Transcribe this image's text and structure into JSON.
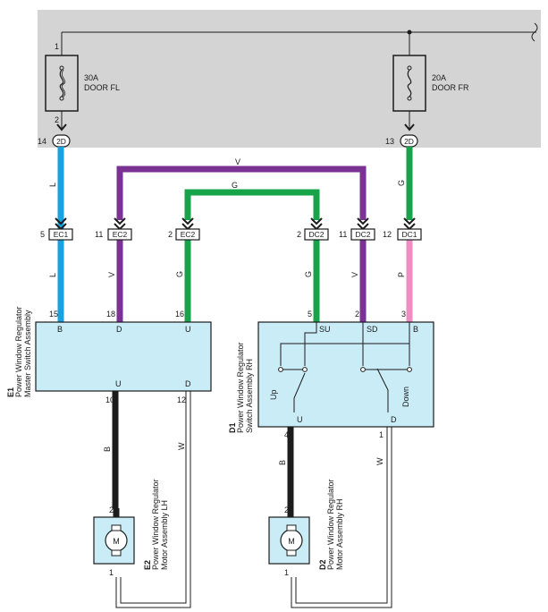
{
  "fuses": {
    "fl": {
      "rating": "30A",
      "name": "DOOR FL"
    },
    "fr": {
      "rating": "20A",
      "name": "DOOR FR"
    }
  },
  "pins": {
    "fuse_fl_in": "1",
    "fuse_fl_out": "2",
    "junction_fl": "14",
    "junction_fr": "13",
    "ec1": "5",
    "ec2_v": "11",
    "ec2_g": "2",
    "dc2_g": "2",
    "dc2_v": "11",
    "dc1": "12",
    "master_b": "15",
    "master_d": "18",
    "master_u": "16",
    "master_out_u": "10",
    "master_out_d": "12",
    "rh_su": "5",
    "rh_sd": "2",
    "rh_b": "3",
    "rh_out_u": "4",
    "rh_out_d": "1",
    "motor_lh_top": "2",
    "motor_lh_bottom": "1",
    "motor_rh_top": "2",
    "motor_rh_bottom": "1"
  },
  "connectors": {
    "junction_fl": "2D",
    "junction_fr": "2D",
    "ec1": "EC1",
    "ec2_v": "EC2",
    "ec2_g": "EC2",
    "dc2_g": "DC2",
    "dc2_v": "DC2",
    "dc1": "DC1"
  },
  "wire_colors": {
    "l_top": "L",
    "l_bottom": "L",
    "v_top": "V",
    "v_left": "V",
    "v_right": "V",
    "g_top": "G",
    "g_left": "G",
    "g_right": "G",
    "g_fr": "G",
    "p": "P",
    "b_lh": "B",
    "w_lh": "W",
    "b_rh": "B",
    "w_rh": "W"
  },
  "master_switch": {
    "code": "E1",
    "line1": "Power Window Regulator",
    "line2": "Master Switch Assembly",
    "terminal_b": "B",
    "terminal_d": "D",
    "terminal_u": "U",
    "terminal_out_u": "U",
    "terminal_out_d": "D"
  },
  "rh_switch": {
    "code": "D1",
    "line1": "Power Window Regulator",
    "line2": "Switch Assembly RH",
    "terminal_su": "SU",
    "terminal_sd": "SD",
    "terminal_b": "B",
    "up": "Up",
    "down": "Down",
    "terminal_out_u": "U",
    "terminal_out_d": "D"
  },
  "motor_lh": {
    "code": "E2",
    "line1": "Power Window Regulator",
    "line2": "Motor Assembly LH",
    "symbol": "M"
  },
  "motor_rh": {
    "code": "D2",
    "line1": "Power Window Regulator",
    "line2": "Motor Assembly RH",
    "symbol": "M"
  },
  "colors": {
    "blue": "#18a2e0",
    "violet": "#7a3293",
    "green": "#16a34a",
    "pink": "#f08cc4",
    "black": "#1c1c1c",
    "panel_gray": "#d4d4d4",
    "component_fill": "#c9ecf7"
  }
}
